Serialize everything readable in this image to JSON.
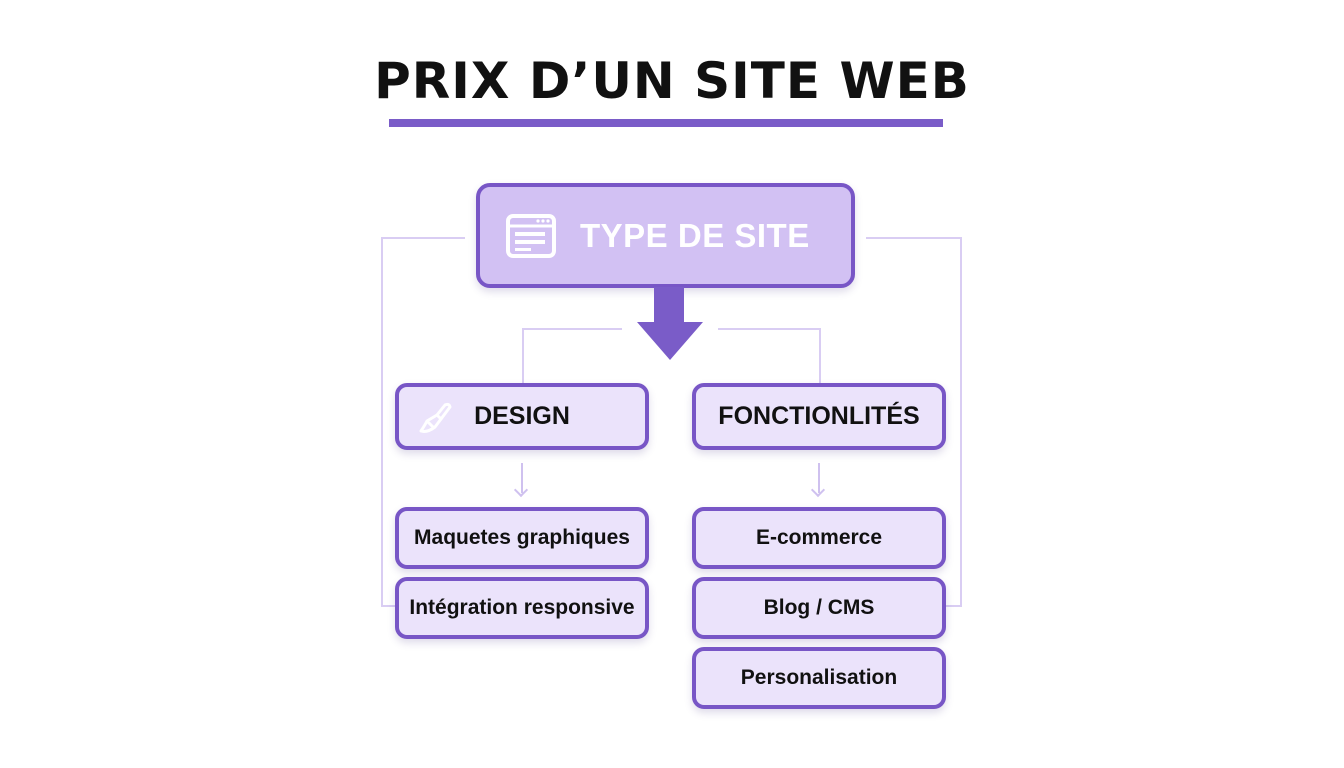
{
  "title": "PRIX D’UN SITE WEB",
  "colors": {
    "accent": "#7856c6",
    "box_fill": "#ebe3fb",
    "root_fill": "#d2c1f3",
    "connector": "#d9cdf3"
  },
  "root": {
    "label": "TYPE DE SITE",
    "icon": "browser-window-icon"
  },
  "categories": [
    {
      "label": "DESIGN",
      "icon": "paintbrush-icon",
      "items": [
        "Maquetes graphiques",
        "Intégration responsive"
      ]
    },
    {
      "label": "FONCTIONLITÉS",
      "icon": null,
      "items": [
        "E-commerce",
        "Blog / CMS",
        "Personalisation"
      ]
    }
  ]
}
